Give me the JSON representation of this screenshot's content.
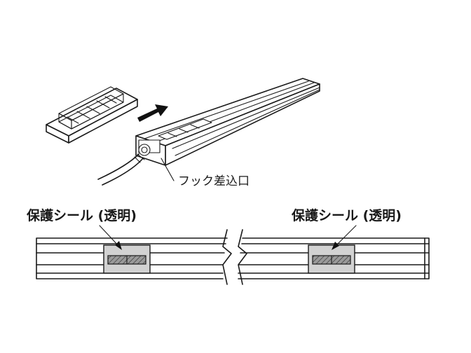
{
  "labels": {
    "hook_inlet": "フック差込口",
    "seal_left": "保護シール (透明)",
    "seal_right": "保護シール (透明)"
  },
  "colors": {
    "line": "#1a1a1a",
    "seal_fill": "#d2d2d2",
    "hatch_fill": "#8a8a8a",
    "background": "#ffffff"
  },
  "icons": {
    "insert_direction": "arrow-right-up-icon",
    "break_mark": "break-symbol-icon"
  }
}
